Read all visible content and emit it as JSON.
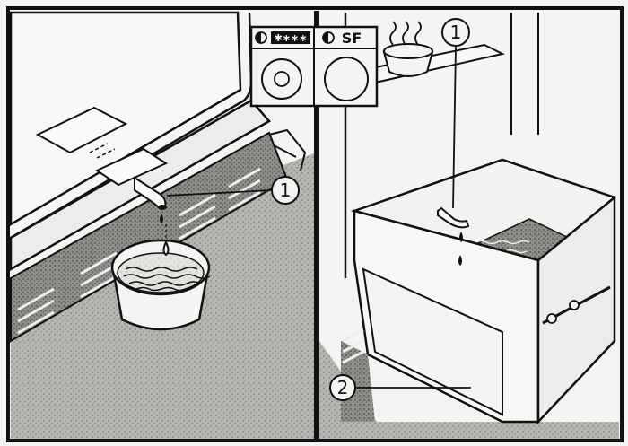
{
  "control_panel": {
    "left_button": {
      "icon": "moon-icon",
      "label": "✱∗∗∗"
    },
    "right_button": {
      "icon": "moon-icon",
      "label": "SF"
    }
  },
  "callouts": {
    "left_drain_tube": "1",
    "right_drain_tube": "1",
    "drawer": "2"
  },
  "colors": {
    "ink": "#111111",
    "paper": "#f4f4f2",
    "floor": "#9a9a96",
    "tile": "#c8c8c4"
  }
}
